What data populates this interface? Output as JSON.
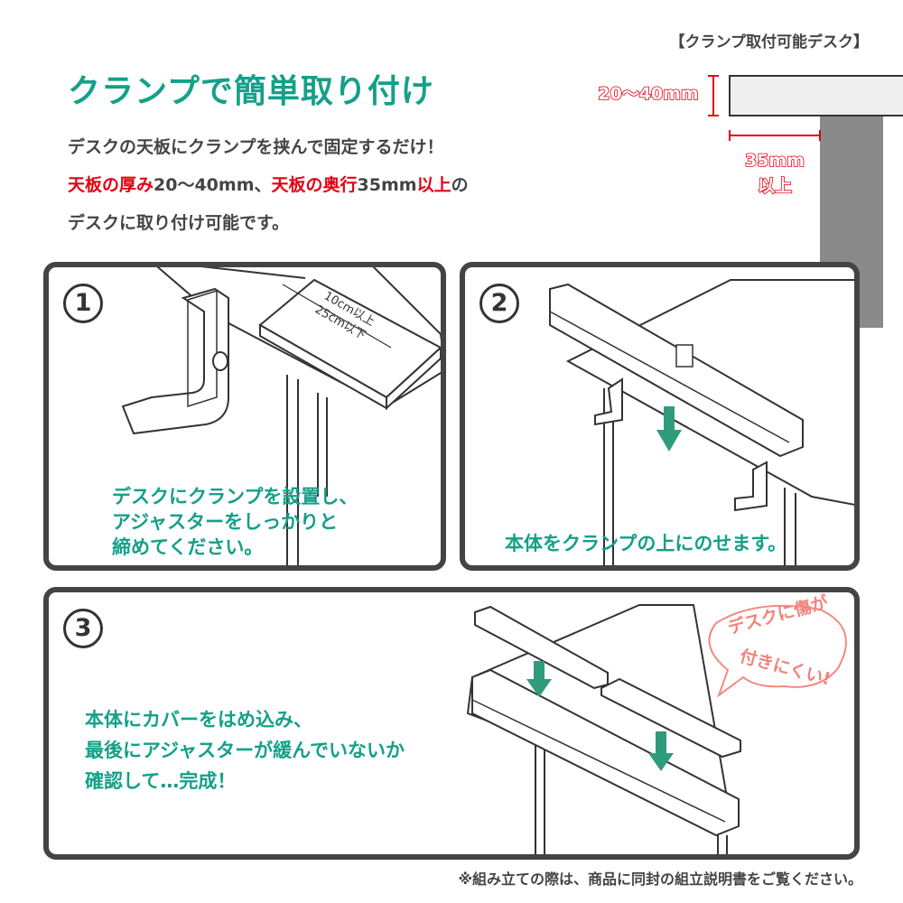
{
  "colors": {
    "teal": "#14a089",
    "red": "#e40012",
    "border": "#444444"
  },
  "title": "クランプで簡単取り付け",
  "intro": {
    "line1": "デスクの天板にクランプを挟んで固定するだけ！",
    "line2_red1": "天板の厚み",
    "line2_plain1": "20〜40mm、",
    "line2_red2": "天板の奥行",
    "line2_plain2": "35mm",
    "line2_red3": "以上",
    "line2_plain3": "の",
    "line3": "デスクに取り付け可能です。"
  },
  "spec": {
    "title": "【クランプ取付可能デスク】",
    "thickness": "20〜40mm",
    "depth_value": "35mm",
    "depth_suffix": "以上"
  },
  "steps": [
    {
      "number": "1",
      "caption": [
        "デスクにクランプを設置し、",
        "アジャスターをしっかりと",
        "締めてください。"
      ],
      "dim1": "10cm以上",
      "dim2": "25cm以下"
    },
    {
      "number": "2",
      "caption": [
        "本体をクランプの上にのせます。"
      ]
    },
    {
      "number": "3",
      "caption": [
        "本体にカバーをはめ込み、",
        "最後にアジャスターが緩んでいないか",
        "確認して…完成！"
      ],
      "bubble1": "デスクに傷が",
      "bubble2": "付きにくい!"
    }
  ],
  "footer": "※組み立ての際は、商品に同封の組立説明書をご覧ください。",
  "icons": [
    "down-arrow-icon",
    "speech-bubble-icon"
  ]
}
